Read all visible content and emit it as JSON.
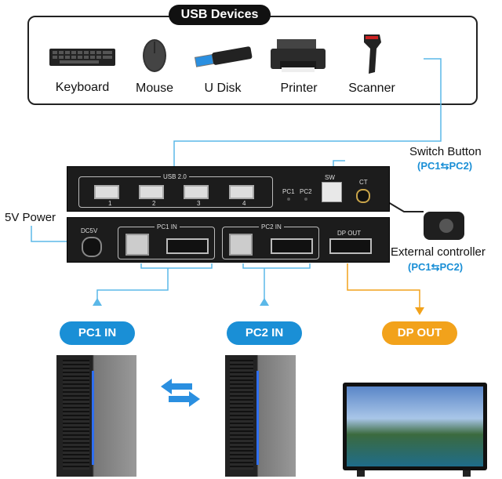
{
  "usb_devices_title": "USB Devices",
  "devices": [
    {
      "name": "keyboard-icon",
      "label": "Keyboard"
    },
    {
      "name": "mouse-icon",
      "label": "Mouse"
    },
    {
      "name": "usb-disk-icon",
      "label": "U Disk"
    },
    {
      "name": "printer-icon",
      "label": "Printer"
    },
    {
      "name": "scanner-icon",
      "label": "Scanner"
    }
  ],
  "front_panel": {
    "usb_label": "USB 2.0",
    "ports": [
      "1",
      "2",
      "3",
      "4"
    ],
    "led1": "PC1",
    "led2": "PC2",
    "sw": "SW",
    "ct": "CT"
  },
  "rear_panel": {
    "dc": "DC5V",
    "pc1": "PC1 IN",
    "pc2": "PC2 IN",
    "dpout": "DP OUT"
  },
  "callouts": {
    "switch_button": "Switch Button",
    "switch_button_sub": "(PC1⇆PC2)",
    "power": "5V Power",
    "external_controller": "External controller",
    "external_controller_sub": "(PC1⇆PC2)"
  },
  "pills": {
    "pc1": "PC1 IN",
    "pc2": "PC2 IN",
    "dp": "DP OUT"
  },
  "colors": {
    "blue": "#1a8fd6",
    "orange": "#f2a21b",
    "line_blue": "#5bb8e8"
  }
}
